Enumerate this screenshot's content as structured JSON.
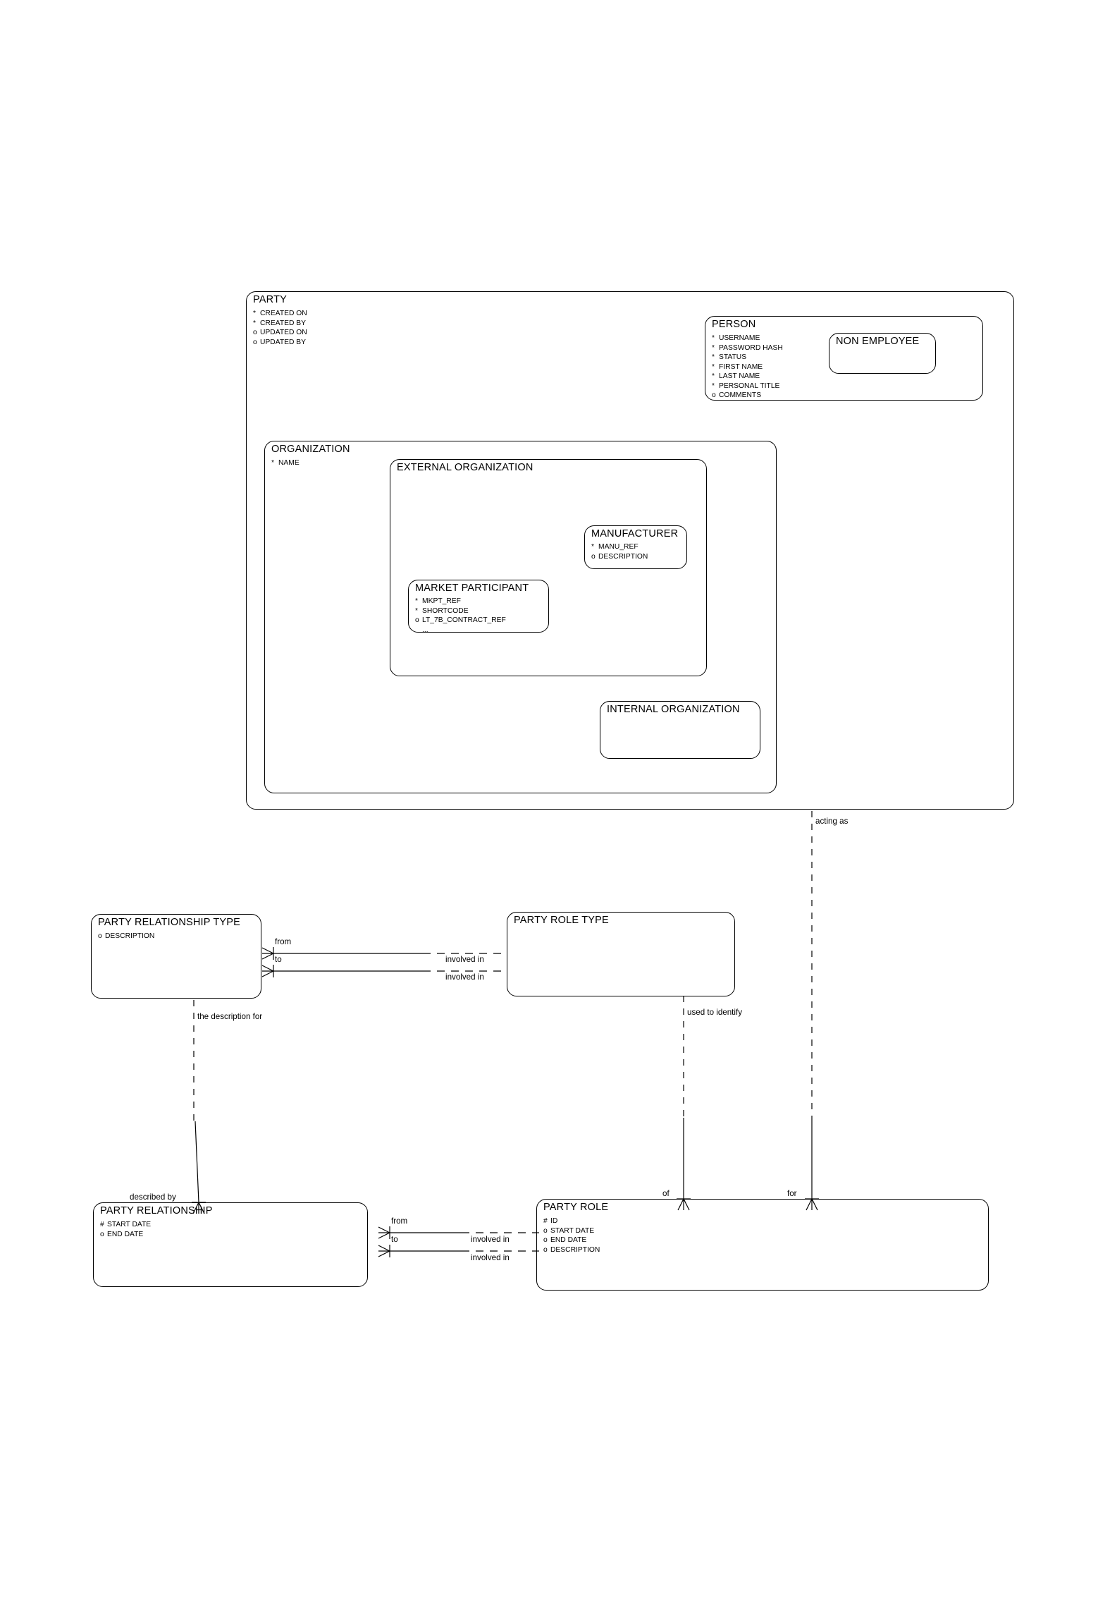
{
  "diagram": {
    "type": "entity-relationship-diagram",
    "notation": "barker",
    "background": "#ffffff",
    "line_color": "#000000"
  },
  "entities": {
    "party": {
      "name": "PARTY",
      "attributes": [
        {
          "marker": "*",
          "label": "CREATED ON"
        },
        {
          "marker": "*",
          "label": "CREATED BY"
        },
        {
          "marker": "o",
          "label": "UPDATED ON"
        },
        {
          "marker": "o",
          "label": "UPDATED BY"
        }
      ]
    },
    "person": {
      "name": "PERSON",
      "attributes": [
        {
          "marker": "*",
          "label": "USERNAME"
        },
        {
          "marker": "*",
          "label": "PASSWORD HASH"
        },
        {
          "marker": "*",
          "label": "STATUS"
        },
        {
          "marker": "*",
          "label": "FIRST NAME"
        },
        {
          "marker": "*",
          "label": "LAST NAME"
        },
        {
          "marker": "*",
          "label": "PERSONAL TITLE"
        },
        {
          "marker": "o",
          "label": "COMMENTS"
        }
      ]
    },
    "non_employee": {
      "name": "NON EMPLOYEE",
      "attributes": []
    },
    "organization": {
      "name": "ORGANIZATION",
      "attributes": [
        {
          "marker": "*",
          "label": "NAME"
        }
      ]
    },
    "external_organization": {
      "name": "EXTERNAL ORGANIZATION",
      "attributes": []
    },
    "manufacturer": {
      "name": "MANUFACTURER",
      "attributes": [
        {
          "marker": "*",
          "label": "MANU_REF"
        },
        {
          "marker": "o",
          "label": "DESCRIPTION"
        }
      ]
    },
    "market_participant": {
      "name": "MARKET PARTICIPANT",
      "attributes": [
        {
          "marker": "*",
          "label": "MKPT_REF"
        },
        {
          "marker": "*",
          "label": "SHORTCODE"
        },
        {
          "marker": "o",
          "label": "LT_7B_CONTRACT_REF"
        },
        {
          "marker": "",
          "label": "..."
        }
      ]
    },
    "internal_organization": {
      "name": "INTERNAL ORGANIZATION",
      "attributes": []
    },
    "party_relationship_type": {
      "name": "PARTY RELATIONSHIP TYPE",
      "attributes": [
        {
          "marker": "o",
          "label": "DESCRIPTION"
        }
      ]
    },
    "party_role_type": {
      "name": "PARTY ROLE TYPE",
      "attributes": []
    },
    "party_relationship": {
      "name": "PARTY RELATIONSHIP",
      "attributes": [
        {
          "marker": "#",
          "label": "START DATE"
        },
        {
          "marker": "o",
          "label": "END DATE"
        }
      ]
    },
    "party_role": {
      "name": "PARTY ROLE",
      "attributes": [
        {
          "marker": "#",
          "label": "ID"
        },
        {
          "marker": "o",
          "label": "START DATE"
        },
        {
          "marker": "o",
          "label": "END DATE"
        },
        {
          "marker": "o",
          "label": "DESCRIPTION"
        }
      ]
    }
  },
  "relationship_labels": {
    "acting_as": "acting as",
    "prt_from": "from",
    "prt_to": "to",
    "prt_involved_in_1": "involved in",
    "prt_involved_in_2": "involved in",
    "the_description_for": "the description for",
    "used_to_identify": "used to identify",
    "described_by": "described by",
    "of": "of",
    "for": "for",
    "pr_from": "from",
    "pr_to": "to",
    "pr_involved_in_1": "involved in",
    "pr_involved_in_2": "involved in"
  }
}
